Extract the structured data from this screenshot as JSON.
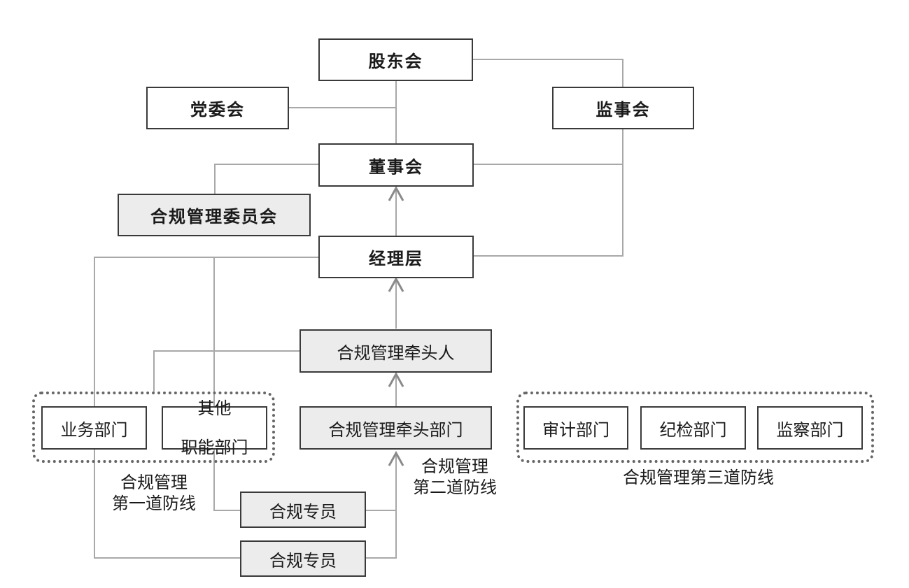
{
  "nodes": {
    "shareholders": "股东会",
    "party_committee": "党委会",
    "supervisory_board": "监事会",
    "board": "董事会",
    "compliance_committee": "合规管理委员会",
    "management": "经理层",
    "compliance_lead": "合规管理牵头人",
    "business_dept": "业务部门",
    "other_dept_line1": "其他",
    "other_dept_line2": "职能部门",
    "compliance_lead_dept": "合规管理牵头部门",
    "audit_dept": "审计部门",
    "discipline_dept": "纪检部门",
    "supervision_dept": "监察部门",
    "compliance_officer_1": "合规专员",
    "compliance_officer_2": "合规专员"
  },
  "captions": {
    "first_line_a": "合规管理",
    "first_line_b": "第一道防线",
    "second_line_a": "合规管理",
    "second_line_b": "第二道防线",
    "third_line": "合规管理第三道防线"
  },
  "colors": {
    "line": "#a8a8a8",
    "border": "#3a3a3a",
    "shaded": "#ececec"
  }
}
